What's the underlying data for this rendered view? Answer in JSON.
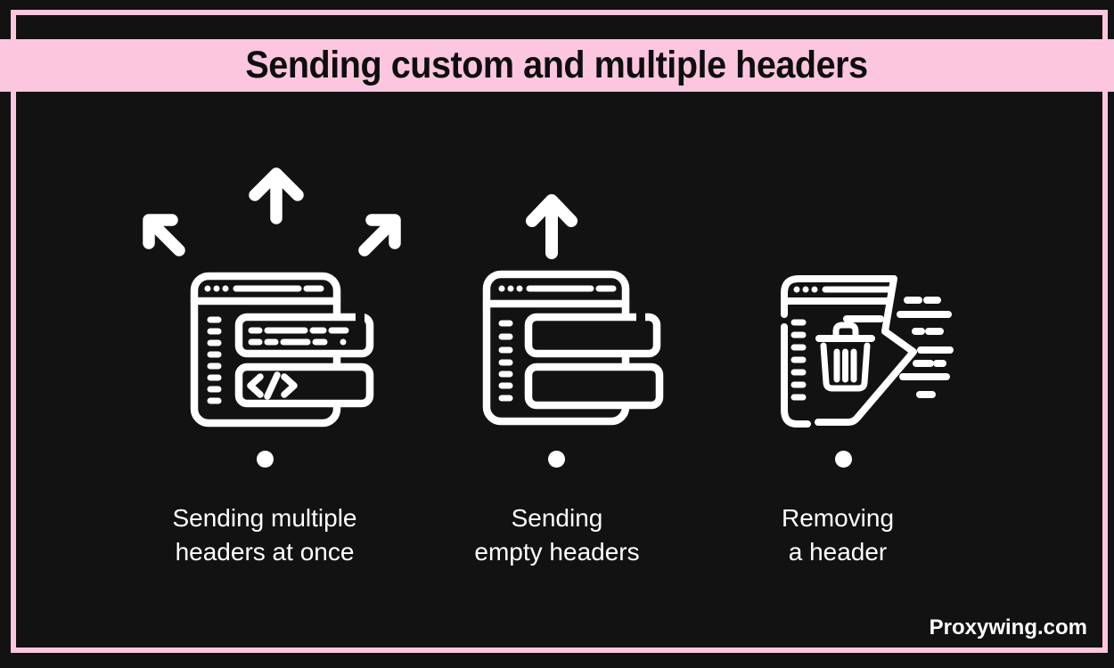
{
  "title": "Sending custom and multiple headers",
  "brand": "Proxywing.com",
  "colors": {
    "background": "#121212",
    "accent_pink": "#fcc6de",
    "icon_white": "#ffffff",
    "title_text": "#0e0e0e"
  },
  "items": [
    {
      "icon": "send-multiple-headers-icon",
      "label_line1": "Sending multiple",
      "label_line2": "headers at once"
    },
    {
      "icon": "send-empty-headers-icon",
      "label_line1": "Sending",
      "label_line2": "empty headers"
    },
    {
      "icon": "remove-header-icon",
      "label_line1": "Removing",
      "label_line2": "a header"
    }
  ]
}
